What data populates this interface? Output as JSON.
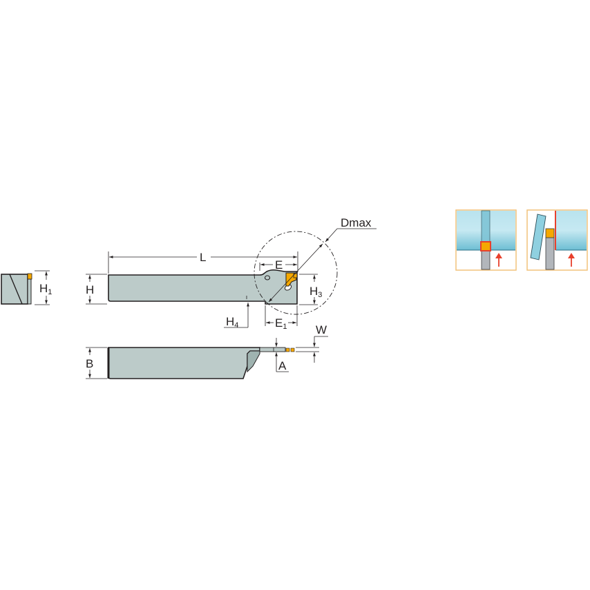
{
  "diagram": {
    "type": "technical-drawing",
    "subject": "parting/grooving tool holder",
    "colors": {
      "holder_body": "#bccbc9",
      "insert": "#f5a800",
      "outline": "#231f20",
      "workpiece": "#8fd0e0",
      "panel_border": "#f2c27a",
      "highlight_red": "#e8402c"
    },
    "end_view": {
      "dimension_label": "H",
      "dimension_sub": "1"
    },
    "side_view": {
      "length_label": "L",
      "height_label": "H",
      "e_label": "E",
      "e1_label": "E",
      "e1_sub": "1",
      "h3_label": "H",
      "h3_sub": "3",
      "h4_label": "H",
      "h4_sub": "4",
      "dmax_label": "Dmax"
    },
    "top_view": {
      "width_label": "B",
      "w_label": "W",
      "a_label": "A"
    },
    "application_icons": [
      {
        "name": "parting-off",
        "description": "insert parting through workpiece, feed arrow up"
      },
      {
        "name": "parting-at-face",
        "description": "insert at workpiece face, part falls off, feed arrow up"
      }
    ]
  }
}
